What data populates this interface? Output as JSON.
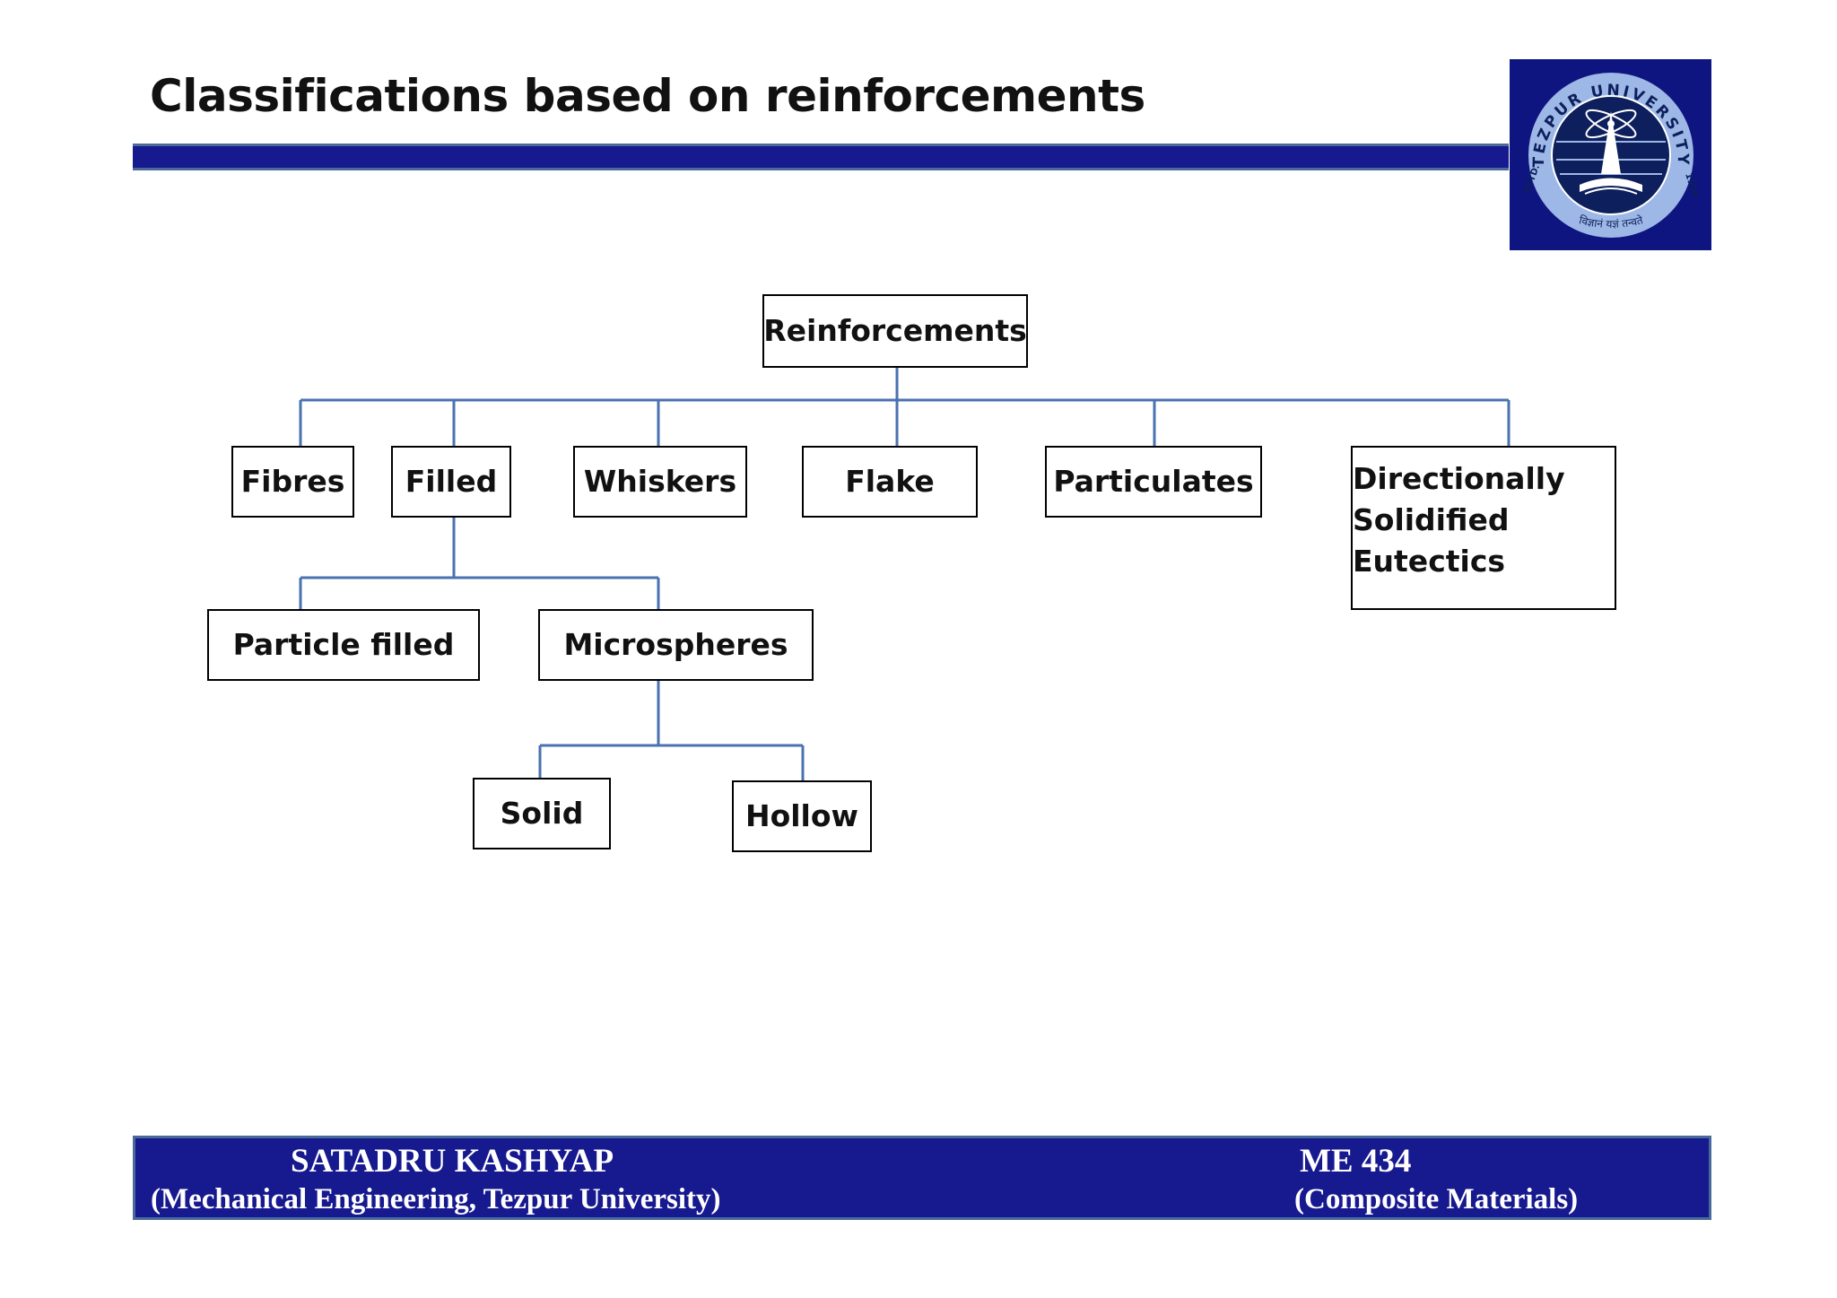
{
  "slide": {
    "title": "Classifications based on reinforcements"
  },
  "logo": {
    "ring_text": "TEZPUR UNIVERSITY",
    "estd_left": "ESTD.",
    "estd_right": "1994",
    "motto": "विज्ञानं यज्ञं तन्वते"
  },
  "diagram": {
    "root": "Reinforcements",
    "fibres": "Fibres",
    "filled": "Filled",
    "whiskers": "Whiskers",
    "flake": "Flake",
    "particulates": "Particulates",
    "dse_line1": "Directionally",
    "dse_line2": "Solidified",
    "dse_line3": "Eutectics",
    "particle_filled": "Particle filled",
    "microspheres": "Microspheres",
    "solid": "Solid",
    "hollow": "Hollow"
  },
  "colors": {
    "connector": "#4a72b0",
    "bar": "#17198f"
  },
  "footer": {
    "author": "SATADRU KASHYAP",
    "department": "(Mechanical Engineering, Tezpur University)",
    "course_code": "ME 434",
    "course_name": "(Composite Materials)"
  }
}
